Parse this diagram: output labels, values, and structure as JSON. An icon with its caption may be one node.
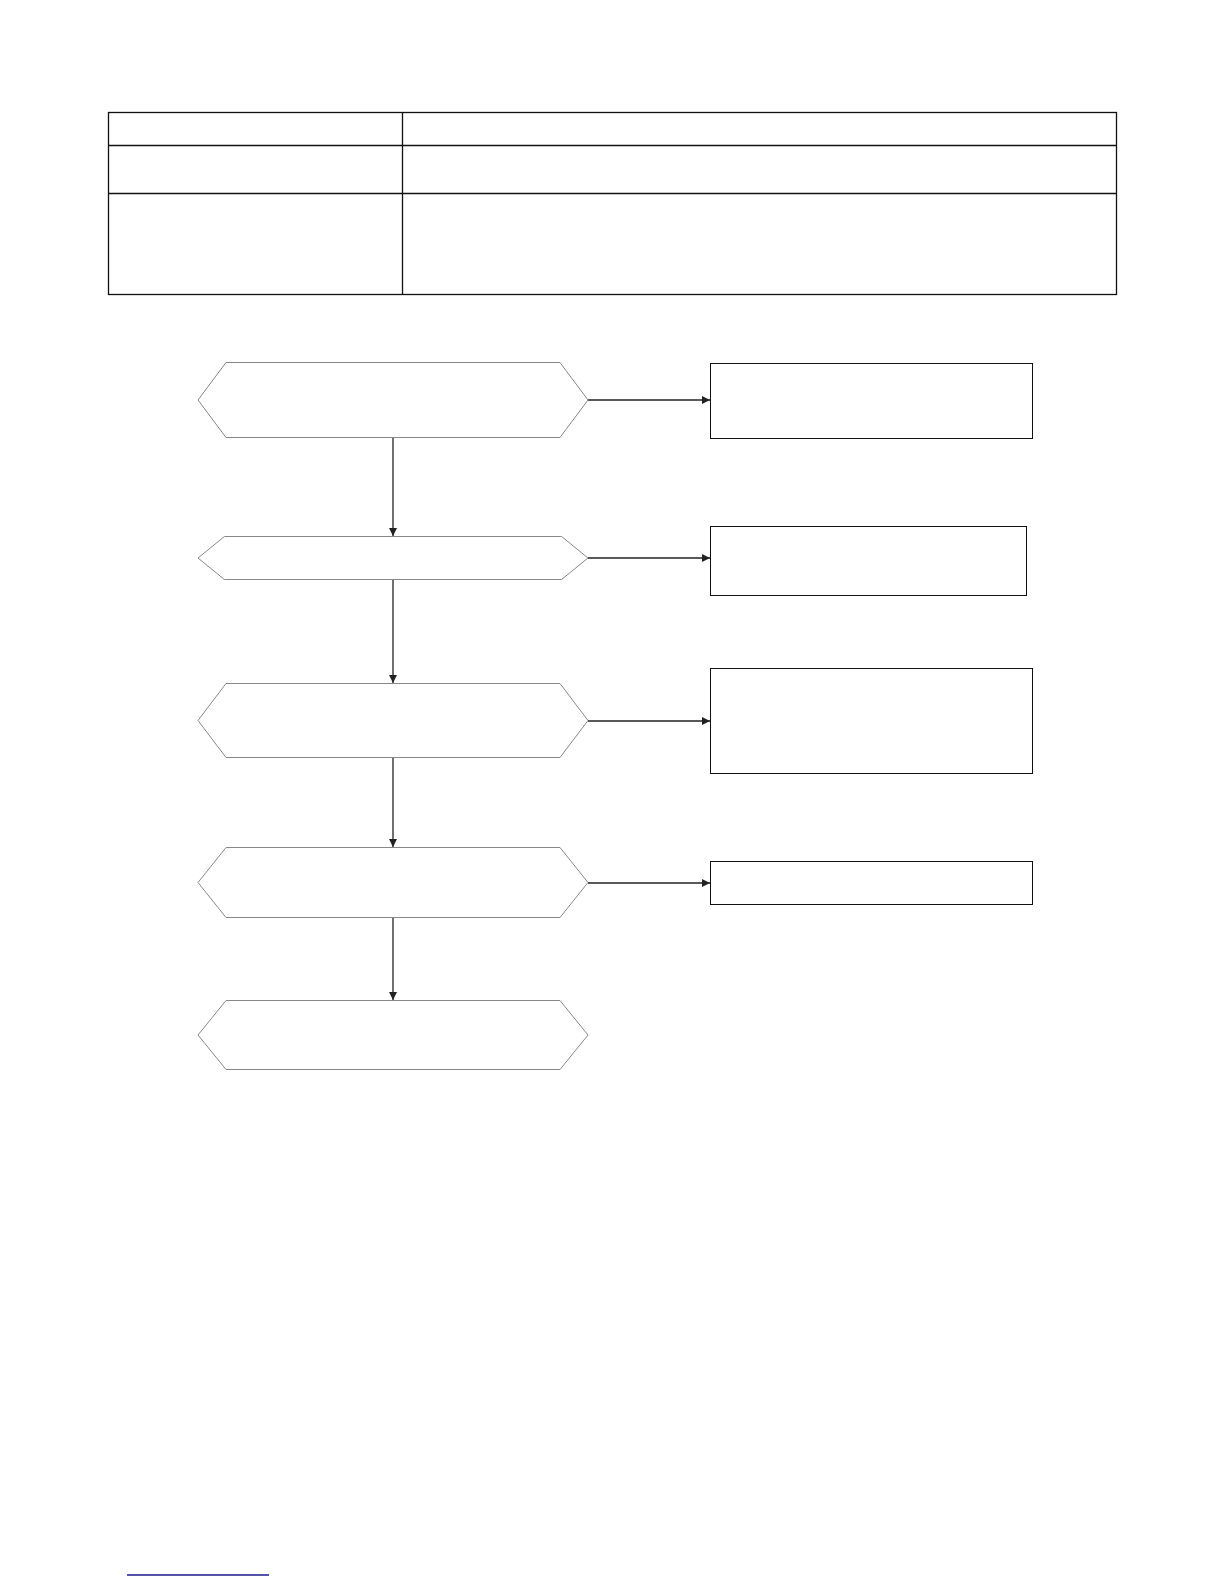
{
  "diagram": {
    "nodes": [
      {
        "text": [],
        "shape": "hexagon"
      },
      {
        "text": [],
        "shape": "box"
      },
      {
        "text": [],
        "shape": "hexagon"
      },
      {
        "text": [],
        "shape": "box"
      },
      {
        "text": [],
        "shape": "hexagon"
      },
      {
        "text": [],
        "shape": "box"
      },
      {
        "text": [],
        "shape": "hexagon"
      },
      {
        "text": [],
        "shape": "box"
      },
      {
        "text": [],
        "shape": "hexagon"
      }
    ],
    "edges": [
      {
        "from": 0,
        "to": 1,
        "arrow": "to"
      },
      {
        "from": 0,
        "to": 2,
        "arrow": "to"
      },
      {
        "from": 2,
        "to": 3,
        "arrow": "to"
      },
      {
        "from": 2,
        "to": 4,
        "arrow": "to"
      },
      {
        "from": 4,
        "to": 5,
        "arrow": "to"
      },
      {
        "from": 4,
        "to": 6,
        "arrow": "to"
      },
      {
        "from": 6,
        "to": 7,
        "arrow": "to"
      },
      {
        "from": 6,
        "to": 8,
        "arrow": "to"
      }
    ]
  }
}
